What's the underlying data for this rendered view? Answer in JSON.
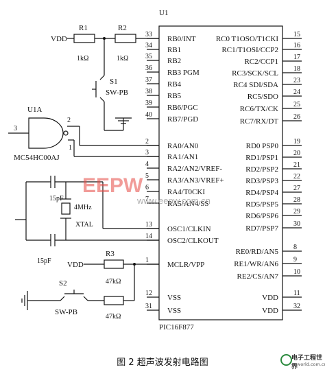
{
  "chip": {
    "ref": "U1",
    "part": "PIC16F877",
    "left_pins": [
      {
        "num": "33",
        "name": "RB0/INT"
      },
      {
        "num": "34",
        "name": "RB1"
      },
      {
        "num": "35",
        "name": "RB2"
      },
      {
        "num": "36",
        "name": "RB3 PGM"
      },
      {
        "num": "37",
        "name": "RB4"
      },
      {
        "num": "38",
        "name": "RB5"
      },
      {
        "num": "39",
        "name": "RB6/PGC"
      },
      {
        "num": "40",
        "name": "RB7/PGD"
      },
      {
        "num": "2",
        "name": "RA0/AN0"
      },
      {
        "num": "3",
        "name": "RA1/AN1"
      },
      {
        "num": "4",
        "name": "RA2/AN2/VREF-"
      },
      {
        "num": "5",
        "name": "RA3/AN3/VREF+"
      },
      {
        "num": "6",
        "name": "RA4/T0CKI"
      },
      {
        "num": "7",
        "name": "RA5/AN4/SS"
      },
      {
        "num": "13",
        "name": "OSC1/CLKIN"
      },
      {
        "num": "14",
        "name": "OSC2/CLKOUT"
      },
      {
        "num": "1",
        "name": "MCLR/VPP"
      },
      {
        "num": "12",
        "name": "VSS"
      },
      {
        "num": "31",
        "name": "VSS"
      }
    ],
    "right_pins": [
      {
        "num": "15",
        "name": "RC0 T1OSO/T1CKI"
      },
      {
        "num": "16",
        "name": "RC1/T1OSI/CCP2"
      },
      {
        "num": "17",
        "name": "RC2/CCP1"
      },
      {
        "num": "18",
        "name": "RC3/SCK/SCL"
      },
      {
        "num": "23",
        "name": "RC4 SDI/SDA"
      },
      {
        "num": "24",
        "name": "RC5/SDO"
      },
      {
        "num": "25",
        "name": "RC6/TX/CK"
      },
      {
        "num": "26",
        "name": "RC7/RX/DT"
      },
      {
        "num": "19",
        "name": "RD0 PSP0"
      },
      {
        "num": "20",
        "name": "RD1/PSP1"
      },
      {
        "num": "21",
        "name": "RD2/PSP2"
      },
      {
        "num": "22",
        "name": "RD3/PSP3"
      },
      {
        "num": "27",
        "name": "RD4/PSP4"
      },
      {
        "num": "28",
        "name": "RD5/PSP5"
      },
      {
        "num": "29",
        "name": "RD6/PSP6"
      },
      {
        "num": "30",
        "name": "RD7/PSP7"
      },
      {
        "num": "8",
        "name": "RE0/RD/AN5"
      },
      {
        "num": "9",
        "name": "RE1/WR/AN6"
      },
      {
        "num": "10",
        "name": "RE2/CS/AN7"
      },
      {
        "num": "11",
        "name": "VDD"
      },
      {
        "num": "32",
        "name": "VDD"
      }
    ]
  },
  "components": {
    "vdd_top": "VDD",
    "r1_label": "R1",
    "r1_value": "1kΩ",
    "r2_label": "R2",
    "r2_value": "1kΩ",
    "s1_label": "S1",
    "s1_type": "SW-PB",
    "gate_ref": "U1A",
    "gate_part": "MC54HC00AJ",
    "gate_pin_out": "3",
    "gate_pin_in1": "2",
    "gate_pin_in2": "1",
    "cap1_value": "15pF",
    "cap2_value": "15pF",
    "crystal_freq": "4MHz",
    "crystal_label": "XTAL",
    "vdd_mclr": "VDD",
    "r3_label": "R3",
    "r3_value": "47kΩ",
    "s2_label": "S2",
    "s2_type": "SW-PB",
    "r4_value": "47kΩ"
  },
  "caption": "图 2    超声波发射电路图",
  "watermark_logo": "EEPW",
  "watermark_url": "www.eepw.com.cn",
  "site_logo_title": "电子工程世界",
  "site_logo_url": "eeworld.com.cn"
}
